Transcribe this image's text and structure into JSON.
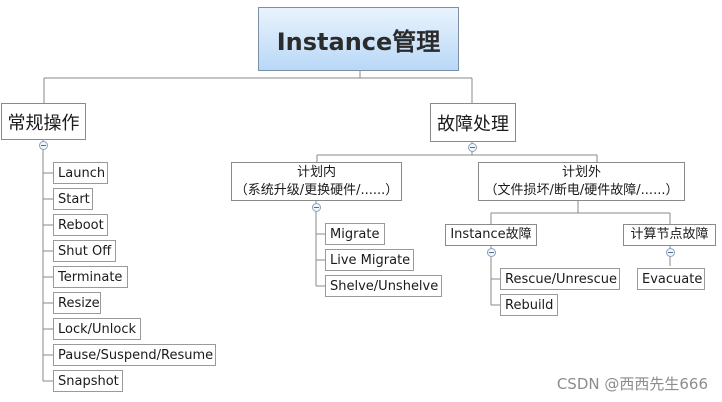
{
  "root": {
    "label": "Instance管理"
  },
  "branches": {
    "routine": {
      "label": "常规操作",
      "items": [
        "Launch",
        "Start",
        "Reboot",
        "Shut Off",
        "Terminate",
        "Resize",
        "Lock/Unlock",
        "Pause/Suspend/Resume",
        "Snapshot"
      ]
    },
    "fault": {
      "label": "故障处理",
      "planned": {
        "title": "计划内",
        "subtitle": "（系统升级/更换硬件/......）",
        "items": [
          "Migrate",
          "Live Migrate",
          "Shelve/Unshelve"
        ]
      },
      "unplanned": {
        "title": "计划外",
        "subtitle": "（文件损坏/断电/硬件故障/......）",
        "instance_fault": {
          "label": "Instance故障",
          "items": [
            "Rescue/Unrescue",
            "Rebuild"
          ]
        },
        "node_fault": {
          "label": "计算节点故障",
          "items": [
            "Evacuate"
          ]
        }
      }
    }
  },
  "watermark": "CSDN @西西先生666"
}
